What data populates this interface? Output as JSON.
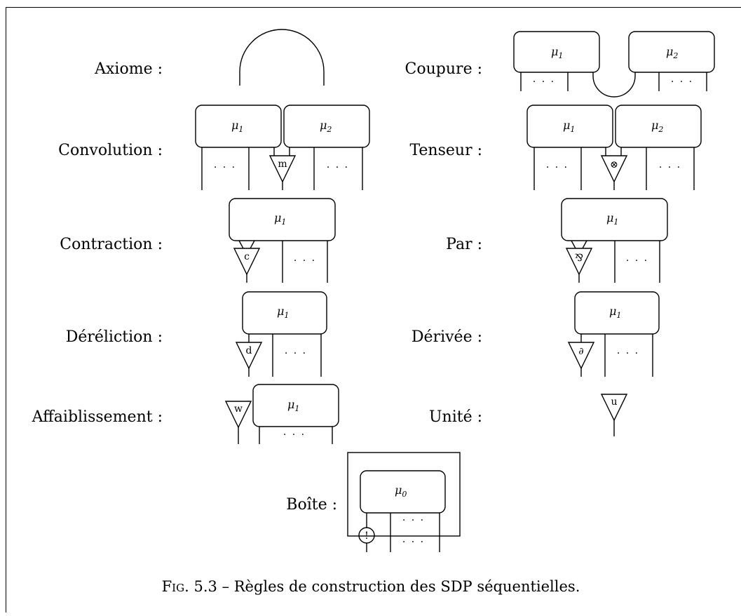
{
  "labels": {
    "axiome": "Axiome :",
    "coupure": "Coupure :",
    "convolution": "Convolution :",
    "tenseur": "Tenseur :",
    "contraction": "Contraction :",
    "par": "Par :",
    "derelection": "Déréliction :",
    "derivee": "Dérivée :",
    "affaiblissement": "Affaiblissement :",
    "unite": "Unité :",
    "boite": "Boîte :"
  },
  "nodes": {
    "mu": "μ",
    "sub1": "1",
    "sub2": "2",
    "sub0": "0",
    "dots": "· · ·"
  },
  "glyphs": {
    "m": "m",
    "otimes": "⊗",
    "c": "c",
    "parr": "⅋",
    "d": "d",
    "partial": "∂",
    "w": "w",
    "u": "u",
    "bang": "!"
  },
  "caption": {
    "prefix": "Fig.",
    "text": "5.3 – Règles de construction des SDP séquentielles."
  }
}
